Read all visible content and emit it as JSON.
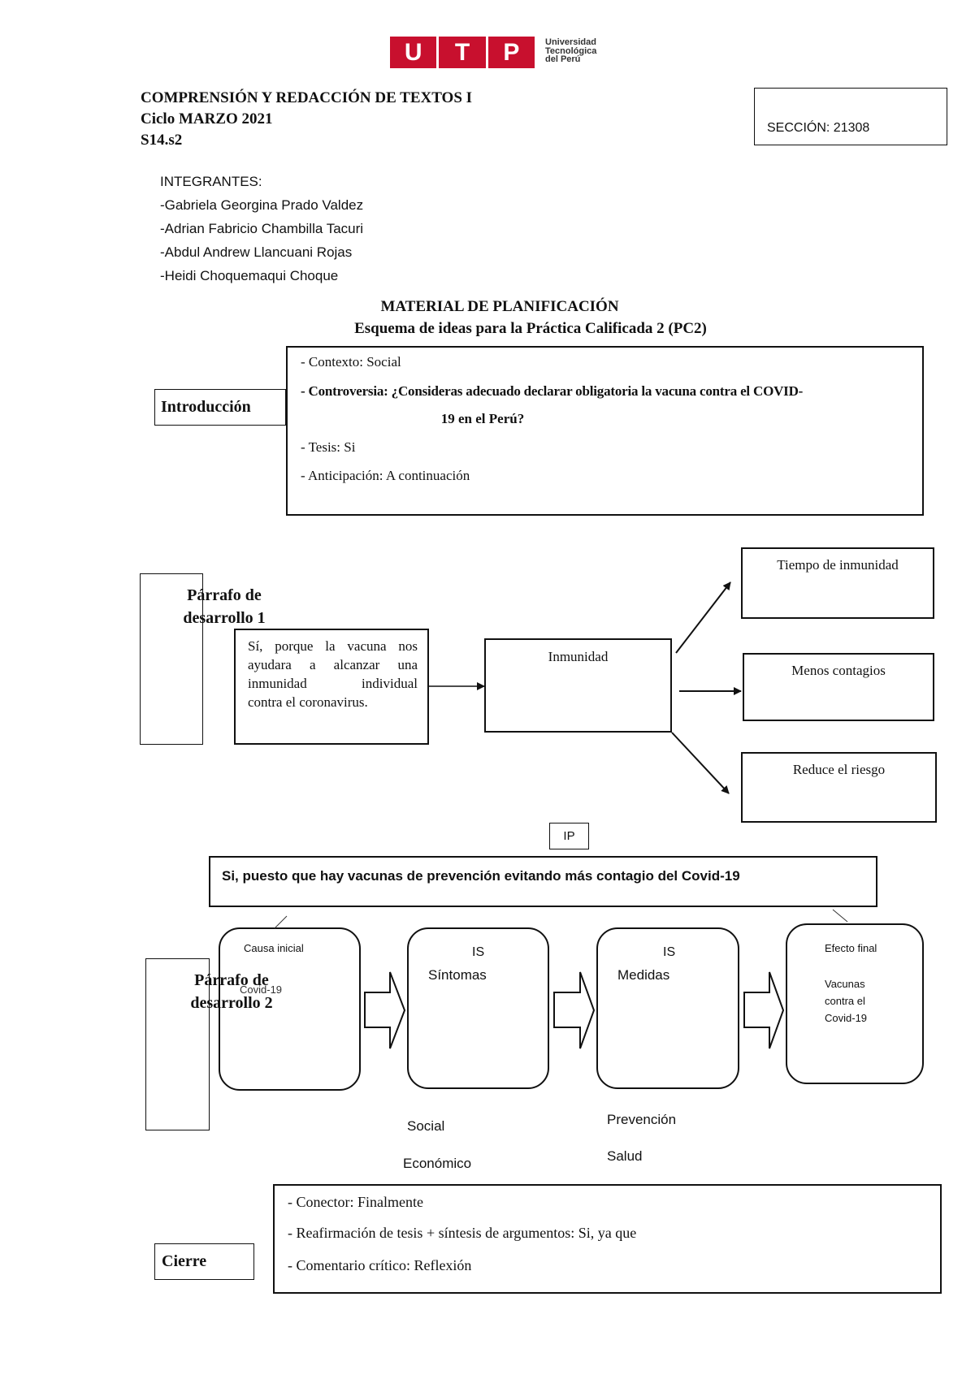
{
  "logo": {
    "letters": [
      "U",
      "T",
      "P"
    ],
    "name_lines": [
      "Universidad",
      "Tecnológica",
      "del Perú"
    ],
    "brand_color": "#c8102e"
  },
  "header": {
    "course": "COMPRENSIÓN Y REDACCIÓN DE TEXTOS I",
    "cycle": "Ciclo MARZO 2021",
    "session": "S14.s2"
  },
  "section": "SECCIÓN: 21308",
  "members": {
    "label": "INTEGRANTES:",
    "names": [
      "-Gabriela Georgina Prado Valdez",
      "-Adrian Fabricio Chambilla Tacuri",
      "-Abdul Andrew Llancuani Rojas",
      "-Heidi Choquemaqui Choque"
    ]
  },
  "titles": {
    "main": "MATERIAL DE PLANIFICACIÓN",
    "sub": "Esquema de ideas para la Práctica Calificada 2 (PC2)"
  },
  "introduction": {
    "label": "Introducción",
    "context": "- Contexto: Social",
    "controversy_line1": "- Controversia: ¿Consideras adecuado declarar obligatoria la vacuna contra el COVID-",
    "controversy_line2": "19 en el Perú?",
    "thesis": "- Tesis: Si",
    "anticipation": "- Anticipación: A continuación"
  },
  "development_1": {
    "label_lines": [
      "Párrafo de",
      "desarrollo 1"
    ],
    "argument_lines": [
      "Sí, porque la vacuna nos",
      "ayudara a alcanzar una",
      "inmunidad individual",
      "contra el coronavirus."
    ],
    "central_idea": "Inmunidad",
    "outcomes": [
      "Tiempo de inmunidad",
      "Menos contagios",
      "Reduce el riesgo"
    ]
  },
  "ip": {
    "label": "IP",
    "text": "Si, puesto que hay vacunas de prevención evitando más contagio del Covid-19"
  },
  "development_2": {
    "label_lines": [
      "Párrafo de",
      "desarrollo 2"
    ],
    "cause": {
      "title": "Causa inicial",
      "text": "Covid-19"
    },
    "symptoms": {
      "tag": "IS",
      "title": "Síntomas",
      "items": [
        "Social",
        "Económico"
      ]
    },
    "measures": {
      "tag": "IS",
      "title": "Medidas",
      "items": [
        "Prevención",
        "Salud"
      ]
    },
    "effect": {
      "title": "Efecto final",
      "lines": [
        "Vacunas",
        "contra el",
        "Covid-19"
      ]
    }
  },
  "closing": {
    "label": "Cierre",
    "connector": "- Conector: Finalmente",
    "reaffirmation": "- Reafirmación de tesis + síntesis de argumentos: Si, ya que",
    "critical_comment": "- Comentario crítico: Reflexión"
  }
}
